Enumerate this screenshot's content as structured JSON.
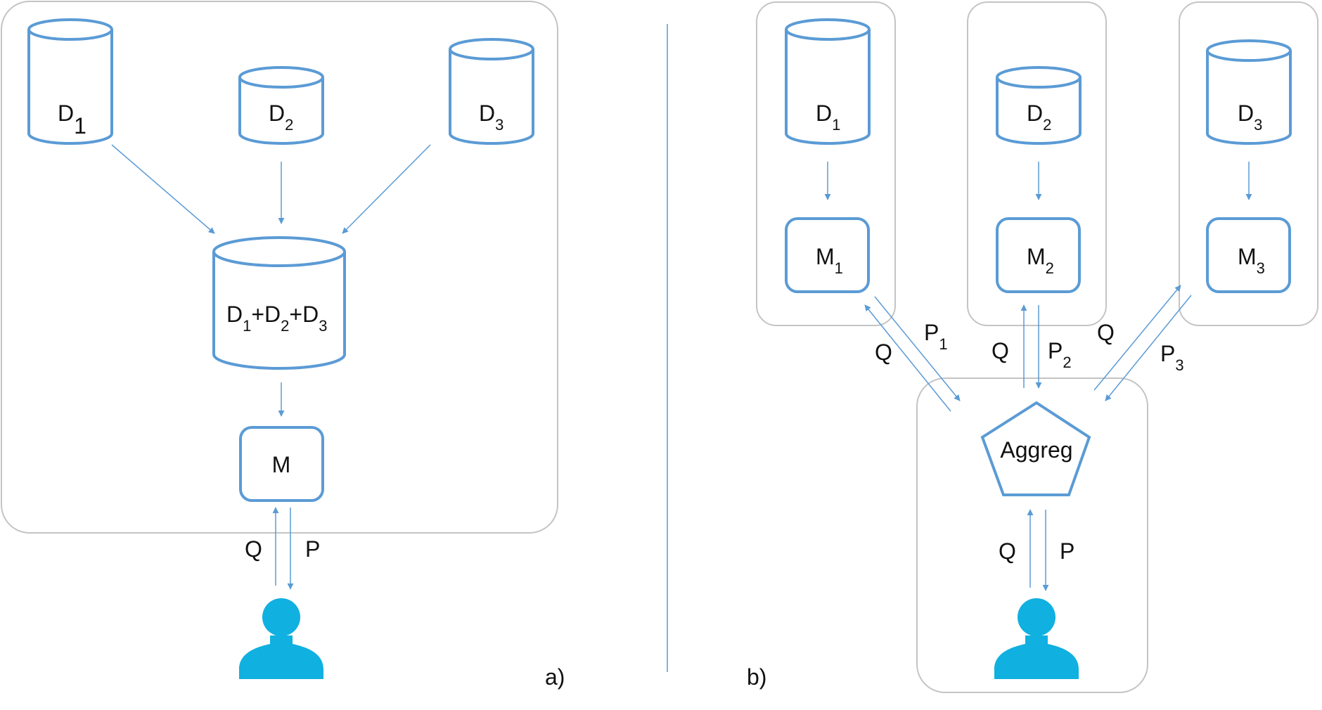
{
  "panel_a": {
    "caption": "a)",
    "stores": [
      {
        "main": "D",
        "sub": "1"
      },
      {
        "main": "D",
        "sub": "2"
      },
      {
        "main": "D",
        "sub": "3"
      }
    ],
    "combined": [
      {
        "main": "D",
        "sub": "1"
      },
      {
        "main": "+D",
        "sub": "2"
      },
      {
        "main": "+D",
        "sub": "3"
      }
    ],
    "model": "M",
    "query": "Q",
    "response": "P"
  },
  "panel_b": {
    "caption": "b)",
    "stores": [
      {
        "main": "D",
        "sub": "1"
      },
      {
        "main": "D",
        "sub": "2"
      },
      {
        "main": "D",
        "sub": "3"
      }
    ],
    "models": [
      {
        "main": "M",
        "sub": "1"
      },
      {
        "main": "M",
        "sub": "2"
      },
      {
        "main": "M",
        "sub": "3"
      }
    ],
    "queries": [
      "Q",
      "Q",
      "Q"
    ],
    "responses": [
      {
        "main": "P",
        "sub": "1"
      },
      {
        "main": "P",
        "sub": "2"
      },
      {
        "main": "P",
        "sub": "3"
      }
    ],
    "aggregator": "Aggreg",
    "user_query": "Q",
    "user_response": "P"
  },
  "colors": {
    "accent": "#5b9bd5",
    "user_icon": "#10b0e0",
    "frame": "#c4c4c4"
  },
  "icons": [
    "database-cylinder-icon",
    "user-icon",
    "pentagon-aggregator-icon"
  ]
}
